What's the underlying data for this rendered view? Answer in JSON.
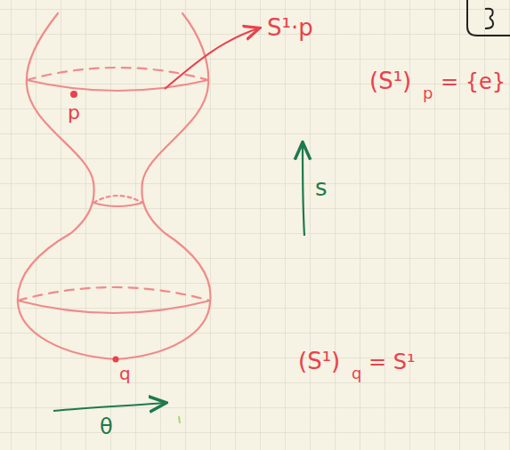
{
  "diagram": {
    "labels": [
      "S¹·p",
      "(S¹)",
      "p",
      "= {e}",
      "s",
      "p",
      "(S¹)",
      "q",
      "= S¹",
      "q",
      "θ"
    ]
  }
}
